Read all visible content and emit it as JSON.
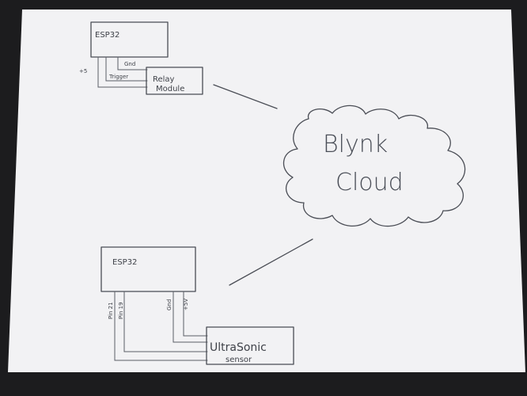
{
  "top_esp32": {
    "label": "ESP32",
    "pins": {
      "plus5": "+5",
      "gnd": "Gnd",
      "trigger": "Trigger"
    }
  },
  "relay": {
    "line1": "Relay",
    "line2": "Module"
  },
  "cloud": {
    "line1": "Blynk",
    "line2": "Cloud"
  },
  "bottom_esp32": {
    "label": "ESP32",
    "pins": {
      "pin_a": "Pin 21",
      "pin_b": "Pin 19",
      "gnd": "Gnd",
      "plus5v": "+5V"
    }
  },
  "sensor": {
    "line1": "UltraSonic",
    "line2": "sensor"
  },
  "colors": {
    "paper": "#f2f2f4",
    "ink": "#4a4d55",
    "background": "#1c1c1e"
  }
}
